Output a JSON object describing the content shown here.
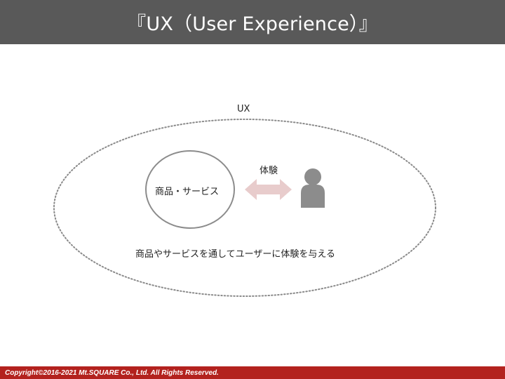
{
  "header": {
    "title": "『UX（User Experience）』"
  },
  "diagram": {
    "outer_label": "UX",
    "circle_label": "商品・サービス",
    "arrow_label": "体験",
    "caption": "商品やサービスを通してユーザーに体験を与える",
    "colors": {
      "outline": "#888888",
      "dotted": "#8a8a8a",
      "arrow": "#e8cccc",
      "person": "#8c8c8c"
    },
    "icons": [
      "person-icon",
      "double-arrow-icon"
    ]
  },
  "footer": {
    "text": "Copyright©2016-2021 Mt.SQUARE  Co., Ltd. All Rights Reserved."
  },
  "colors": {
    "header_bg": "#595959",
    "footer_bg": "#b3221e"
  }
}
